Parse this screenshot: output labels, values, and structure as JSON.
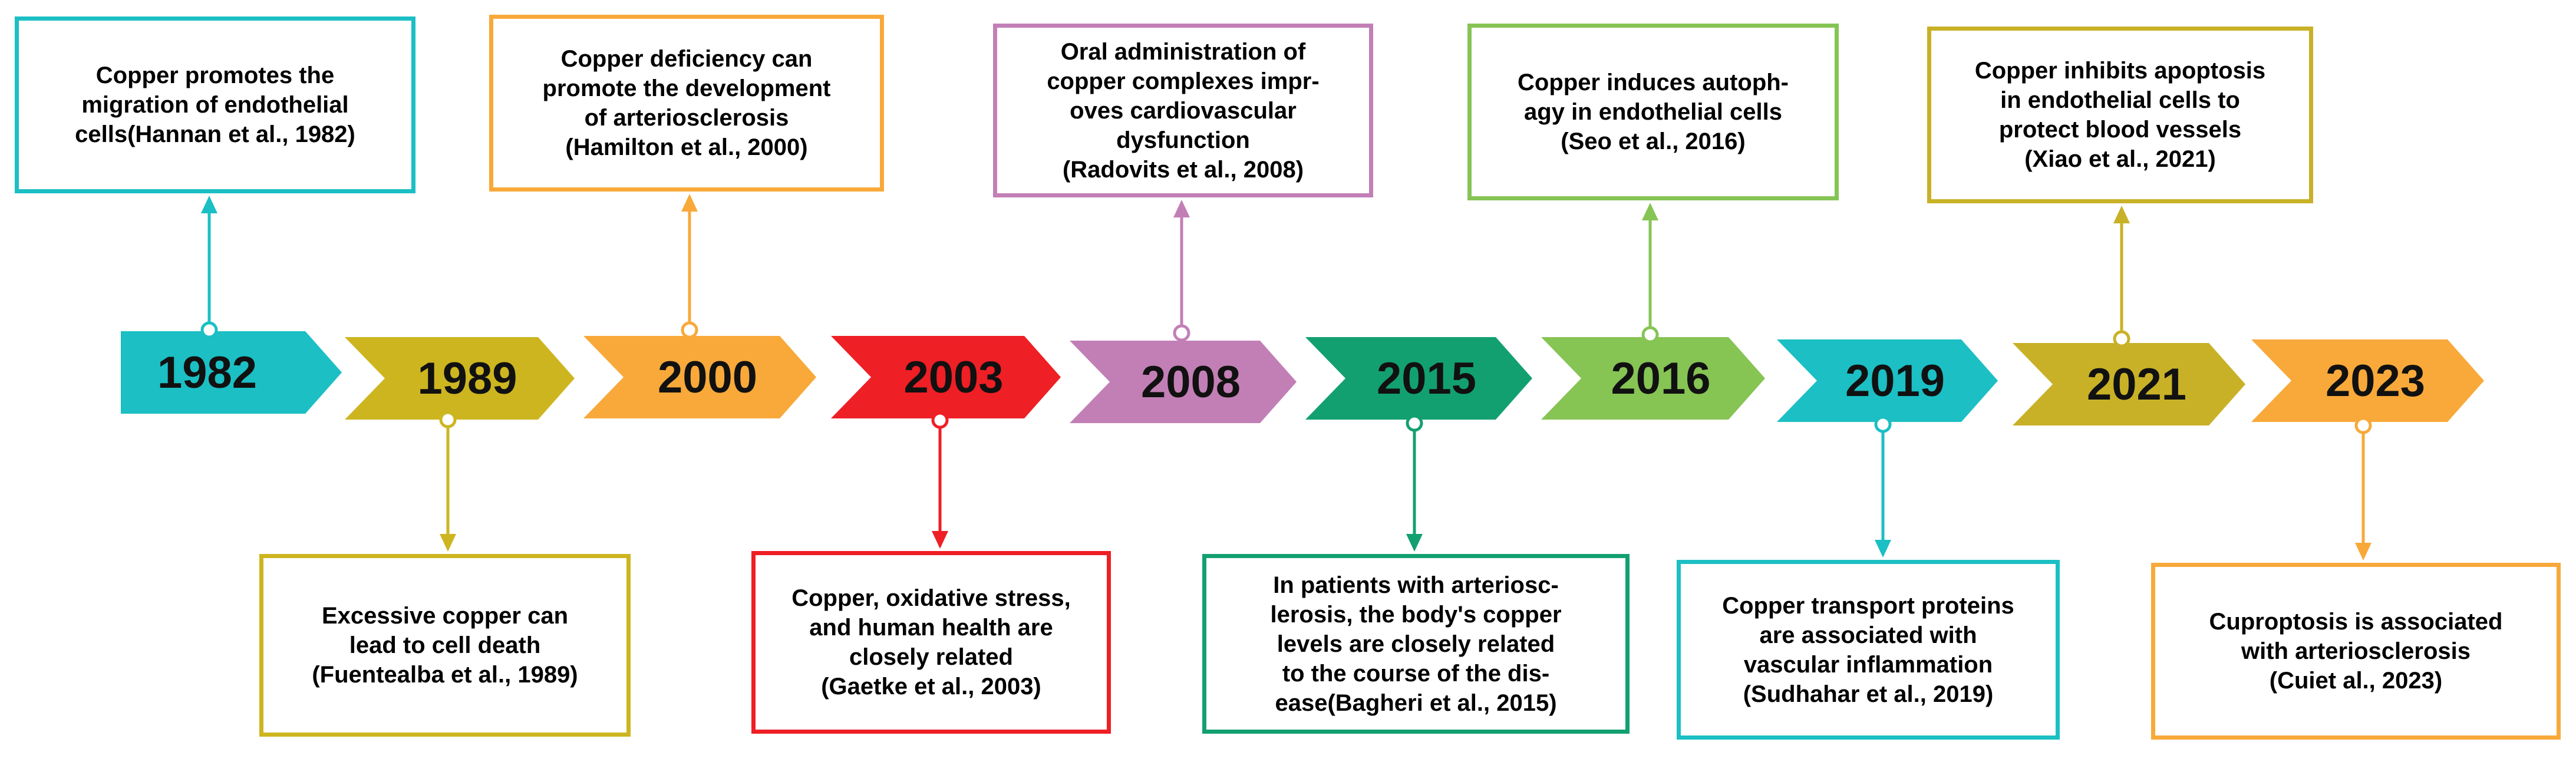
{
  "milestones": [
    {
      "year": "1982",
      "color": "#1bbfc4",
      "position": "top",
      "text": "Copper promotes the\nmigration of endothelial\ncells(Hannan et al., 1982)"
    },
    {
      "year": "1989",
      "color": "#cdb520",
      "position": "bottom",
      "text": "Excessive copper can\nlead to cell death\n(Fuentealba et al., 1989)"
    },
    {
      "year": "2000",
      "color": "#f8a93a",
      "position": "top",
      "text": "Copper deficiency can\npromote the development\nof arteriosclerosis\n(Hamilton et al., 2000)"
    },
    {
      "year": "2003",
      "color": "#ee1f25",
      "position": "bottom",
      "text": "Copper, oxidative stress,\nand human health are\nclosely related\n(Gaetke et al., 2003)"
    },
    {
      "year": "2008",
      "color": "#c27fb6",
      "position": "top",
      "text": "Oral administration of\ncopper complexes impr-\noves cardiovascular\ndysfunction\n(Radovits et al., 2008)"
    },
    {
      "year": "2015",
      "color": "#13a070",
      "position": "bottom",
      "text": "In patients with arteriosc-\nlerosis, the body's copper\nlevels are closely related\nto the course of the dis-\nease(Bagheri et al., 2015)"
    },
    {
      "year": "2016",
      "color": "#86c454",
      "position": "top",
      "text": "Copper induces autoph-\nagy in endothelial cells\n(Seo et al., 2016)"
    },
    {
      "year": "2019",
      "color": "#1bbfc4",
      "position": "bottom",
      "text": "Copper transport proteins\nare associated with\nvascular inflammation\n(Sudhahar et al., 2019)"
    },
    {
      "year": "2021",
      "color": "#c8b127",
      "position": "top",
      "text": "Copper inhibits apoptosis\nin endothelial cells to\nprotect blood vessels\n(Xiao et al., 2021)"
    },
    {
      "year": "2023",
      "color": "#f8a93a",
      "position": "bottom",
      "text": "Cuproptosis is associated\nwith arteriosclerosis\n(Cuiet al., 2023)"
    }
  ]
}
